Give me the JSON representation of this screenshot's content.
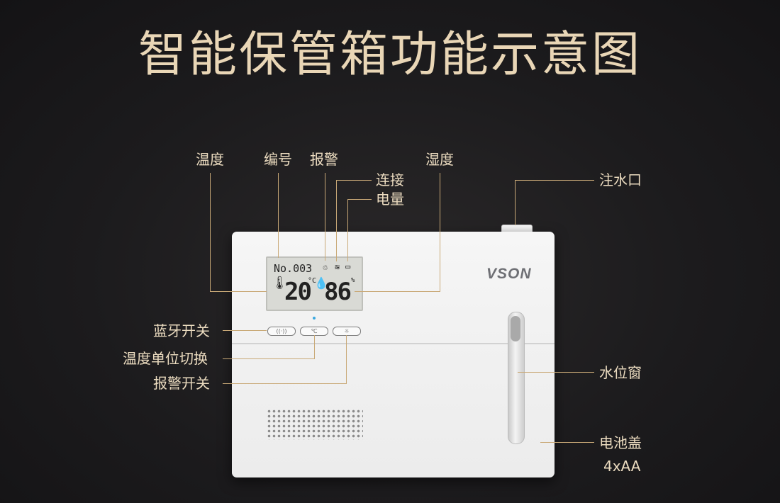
{
  "title": "智能保管箱功能示意图",
  "labels": {
    "temperature": "温度",
    "number": "编号",
    "alarm": "报警",
    "humidity": "湿度",
    "connection": "连接",
    "battery": "电量",
    "water_inlet": "注水口",
    "bluetooth_switch": "蓝牙开关",
    "temp_unit_switch": "温度单位切换",
    "alarm_switch": "报警开关",
    "water_window": "水位窗",
    "battery_cover": "电池盖",
    "battery_spec": "4xAA"
  },
  "device": {
    "brand": "VSON",
    "display": {
      "number": "No.003",
      "temperature": "20",
      "temp_unit": "°C",
      "humidity": "86",
      "humidity_unit": "%"
    },
    "buttons": [
      {
        "icon": "wifi-icon",
        "symbol": "((·))"
      },
      {
        "icon": "celsius-icon",
        "symbol": "℃"
      },
      {
        "icon": "alarm-icon",
        "symbol": "☼"
      }
    ]
  },
  "colors": {
    "background": "#1c1b1d",
    "label_text": "#ecdcc0",
    "leader_line": "#c9a977",
    "device_body": "#f3f3f3"
  }
}
